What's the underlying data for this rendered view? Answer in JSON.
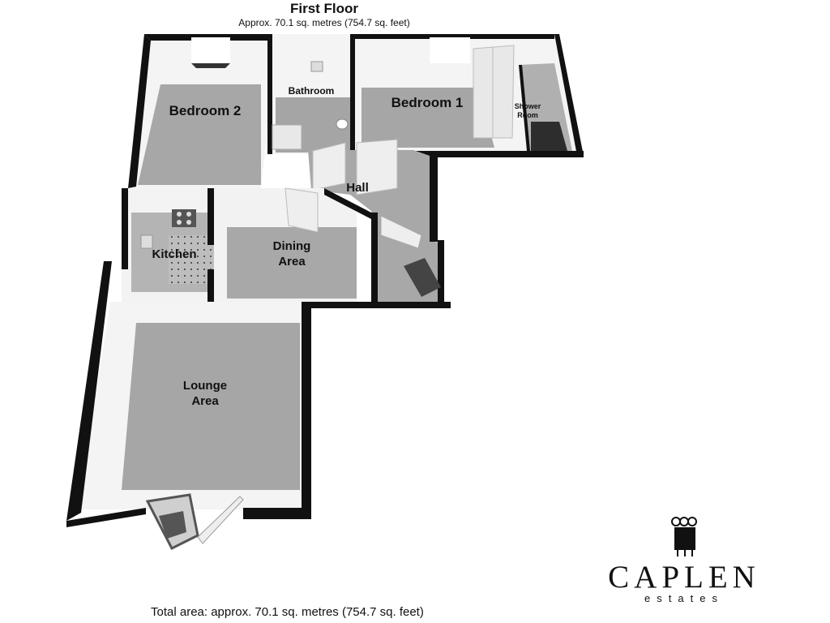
{
  "header": {
    "title": "First Floor",
    "subtitle": "Approx. 70.1 sq. metres (754.7 sq. feet)"
  },
  "rooms": {
    "bedroom2": "Bedroom 2",
    "bathroom": "Bathroom",
    "bedroom1": "Bedroom 1",
    "shower_line1": "Shower",
    "shower_line2": "Room",
    "hall": "Hall",
    "kitchen": "Kitchen",
    "dining_line1": "Dining",
    "dining_line2": "Area",
    "lounge_line1": "Lounge",
    "lounge_line2": "Area"
  },
  "footer": {
    "total_area": "Total area: approx. 70.1 sq. metres (754.7 sq. feet)"
  },
  "brand": {
    "name": "CAPLEN",
    "tagline": "estates"
  },
  "colors": {
    "wall": "#111111",
    "floor": "#a9a9a9",
    "inner_wall": "#f2f2f2"
  }
}
